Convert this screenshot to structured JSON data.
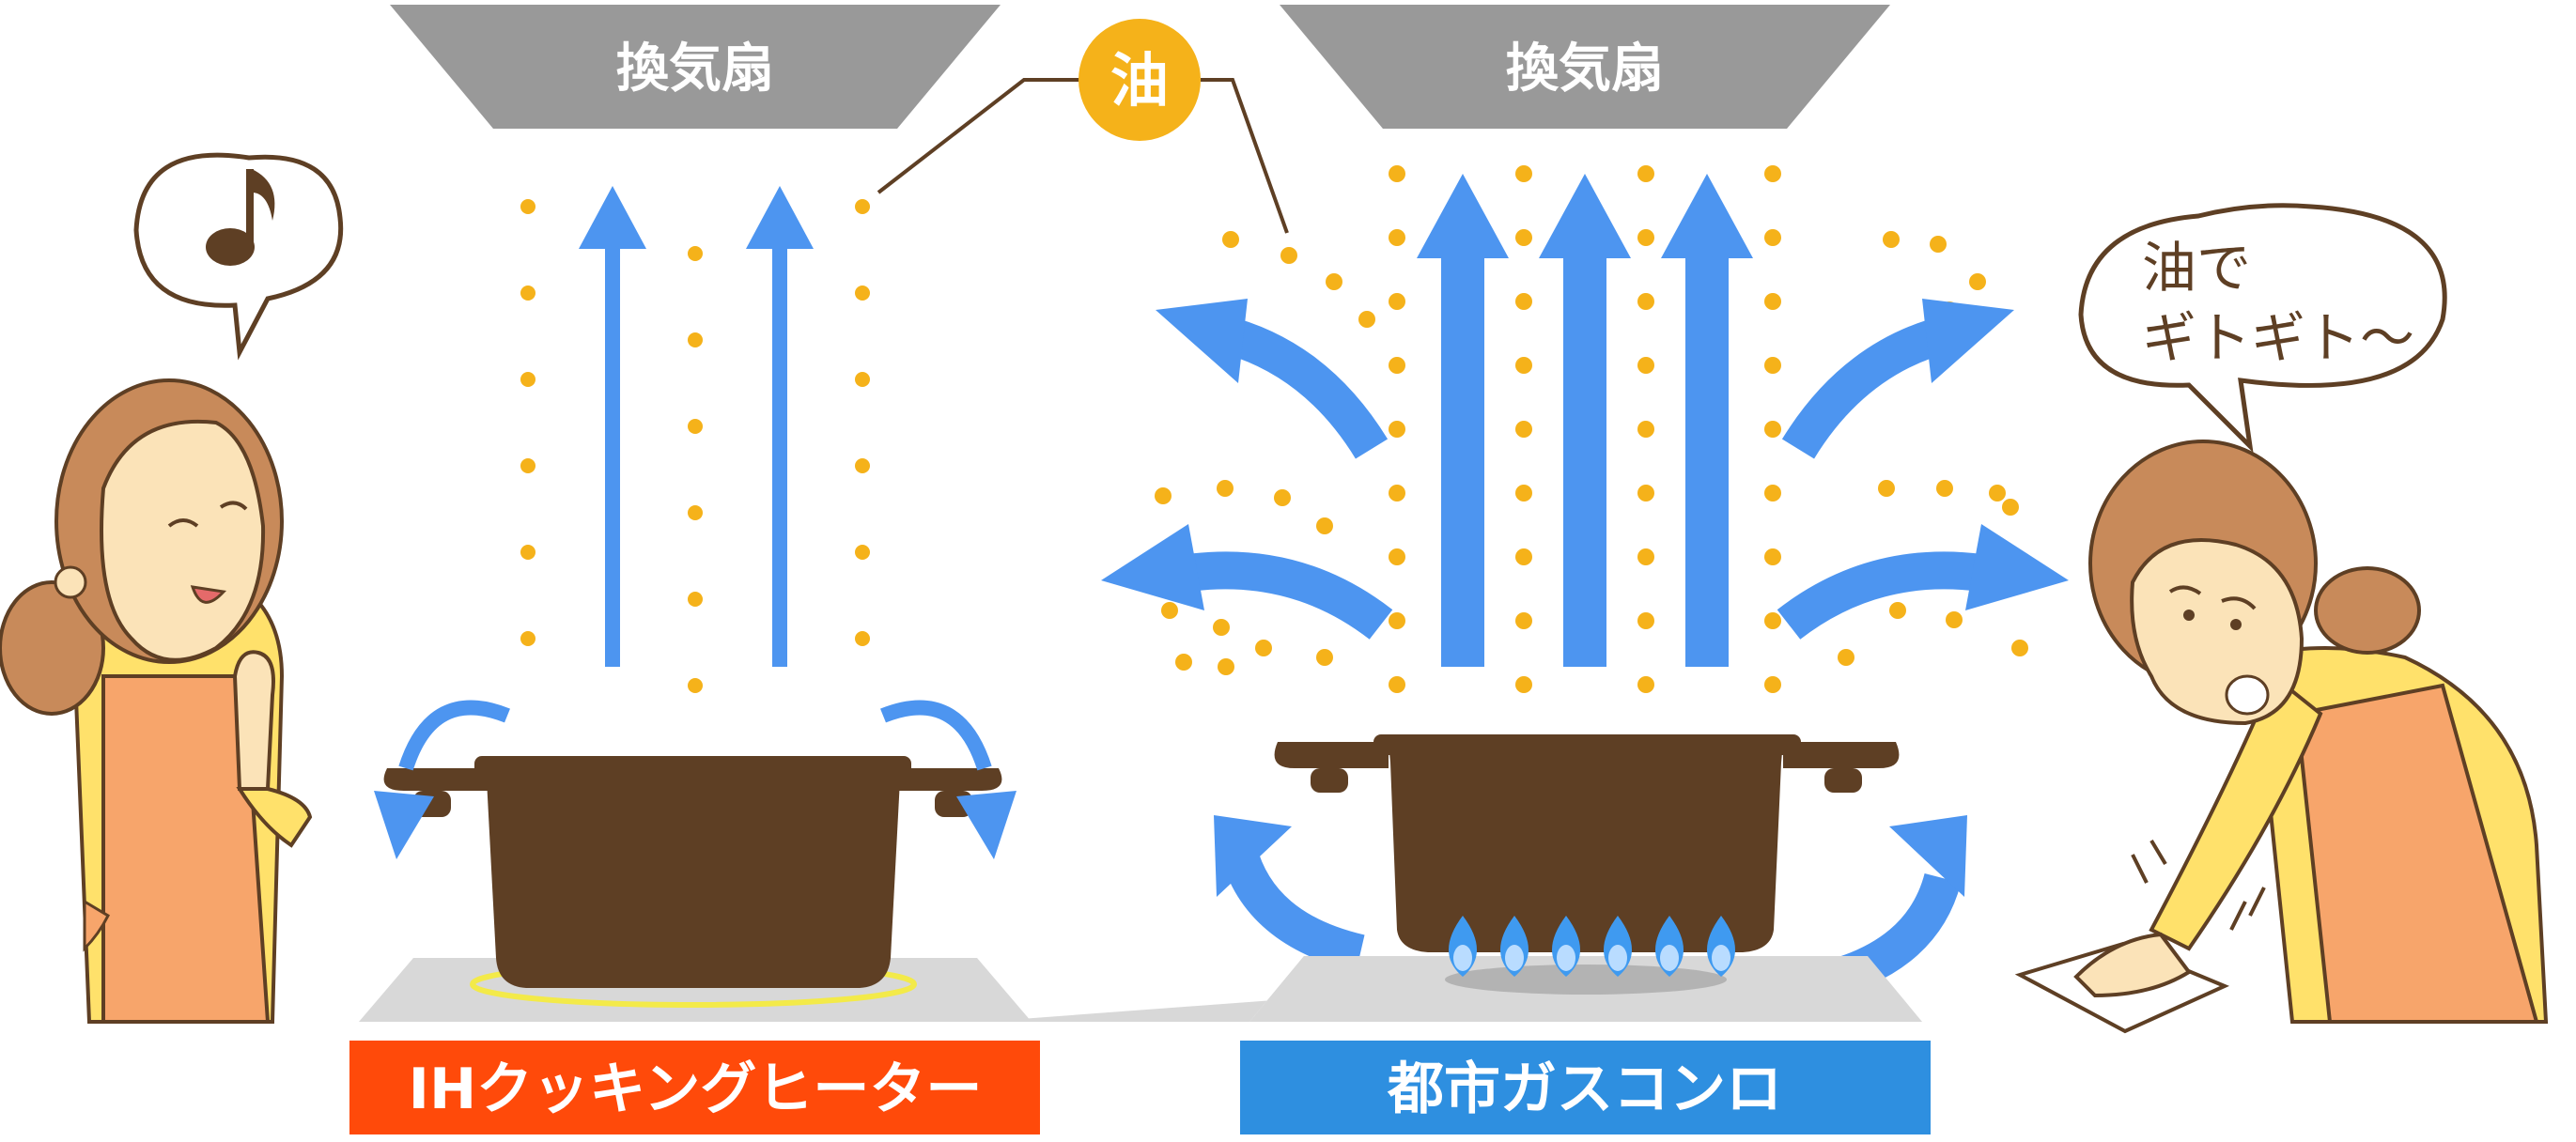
{
  "left_panel": {
    "hood_label": "換気扇",
    "caption": "IHクッキングヒーター",
    "caption_color": "#ff4a0a",
    "speech_symbol": "♪"
  },
  "right_panel": {
    "hood_label": "換気扇",
    "caption": "都市ガスコンロ",
    "caption_color": "#2e8fe0",
    "speech_line1": "油で",
    "speech_line2": "ギトギト～"
  },
  "oil_marker": {
    "label": "油",
    "color": "#f5b21a"
  },
  "colors": {
    "hood": "#999999",
    "arrow": "#4d95f0",
    "pot": "#5e3f24",
    "oil_dot": "#f5b21a",
    "stove": "#d8d8d8",
    "flame": "#3f9af0",
    "skin": "#fbe3b8",
    "hair": "#c88a5a",
    "apron": "#f7a56b",
    "shirt": "#ffe16b"
  },
  "icons": [
    "music-note-icon",
    "flame-icon",
    "arrow-icon"
  ]
}
